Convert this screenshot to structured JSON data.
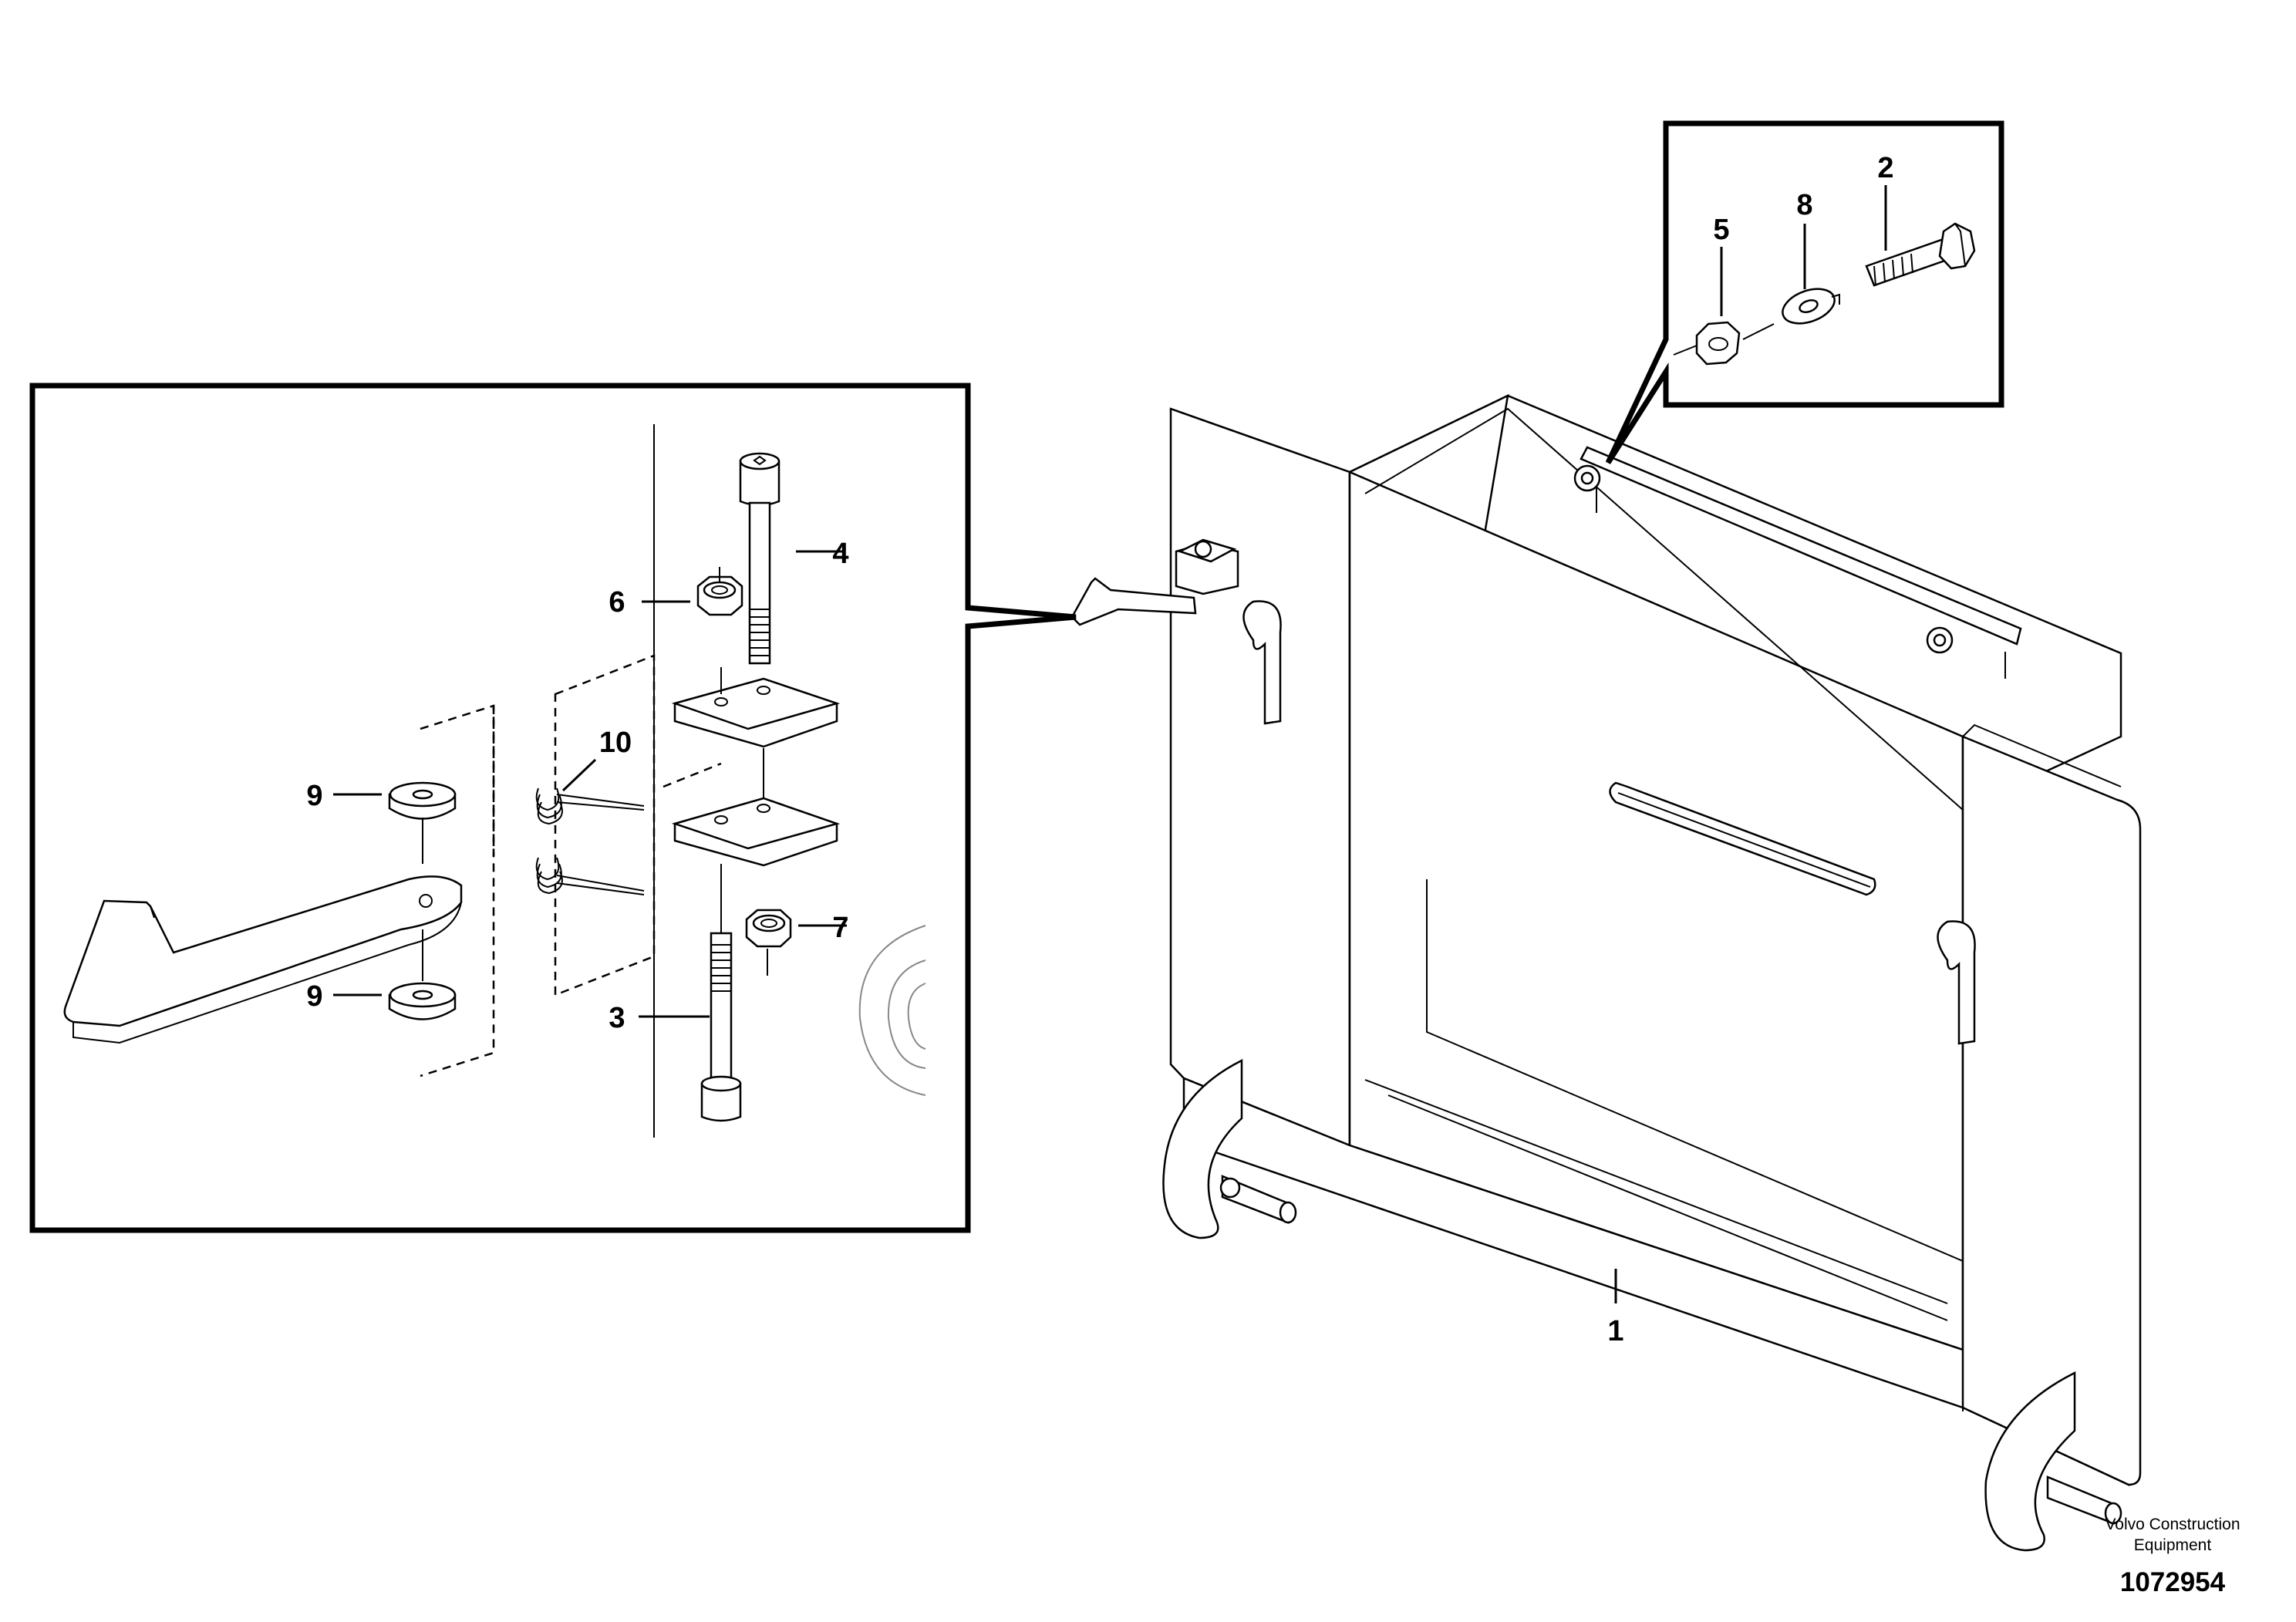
{
  "callouts": {
    "c1": "1",
    "c2": "2",
    "c3": "3",
    "c4": "4",
    "c5": "5",
    "c6": "6",
    "c7": "7",
    "c8": "8",
    "c9a": "9",
    "c9b": "9",
    "c10": "10"
  },
  "footer": {
    "brand_line1": "Volvo Construction",
    "brand_line2": "Equipment",
    "drawing_number": "1072954"
  },
  "icons": {
    "bracket": "bracket-assembly-icon",
    "detail_a": "latch-detail-icon",
    "detail_b": "bolt-detail-icon"
  }
}
